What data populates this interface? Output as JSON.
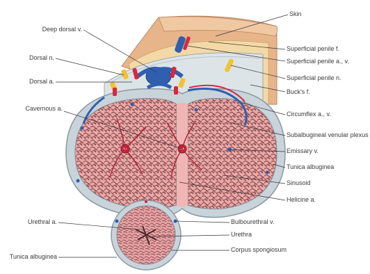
{
  "labels_left": {
    "deep_dorsal_v": "Deep dorsal v.",
    "dorsal_n": "Dorsal n.",
    "dorsal_a": "Dorsal a.",
    "cavernous_a": "Cavernous a.",
    "urethral_a": "Urethral a.",
    "tunica_albuginea": "Tunica albuginea"
  },
  "labels_right": {
    "skin": "Skin",
    "superficial_penile_f": "Superficial penile f.",
    "superficial_penile_a_v": "Superficial penile a., v.",
    "superficial_penile_n": "Superficial penile n.",
    "bucks_f": "Buck's f.",
    "circumflex_a_v": "Circumflex a., v.",
    "subalbugineal_venular_plexus": "Subalbugineal venular plexus",
    "emissary_v": "Emissary v.",
    "tunica_albuginea": "Tunica albuginea",
    "sinusoid": "Sinusoid",
    "helicine_a": "Helicine a.",
    "bulbourethral_v": "Bulbourethral v.",
    "urethra": "Urethra",
    "corpus_spongiosum": "Corpus spongiosum"
  },
  "colors": {
    "skin": "#e8b58a",
    "fascia": "#f3d9a6",
    "bucks": "#dde4e8",
    "tunica": "#c9d3da",
    "erectile": "#e9a6a6",
    "vein": "#2f5fae",
    "artery": "#d5283f",
    "nerve": "#f2c232",
    "line": "#333333"
  }
}
